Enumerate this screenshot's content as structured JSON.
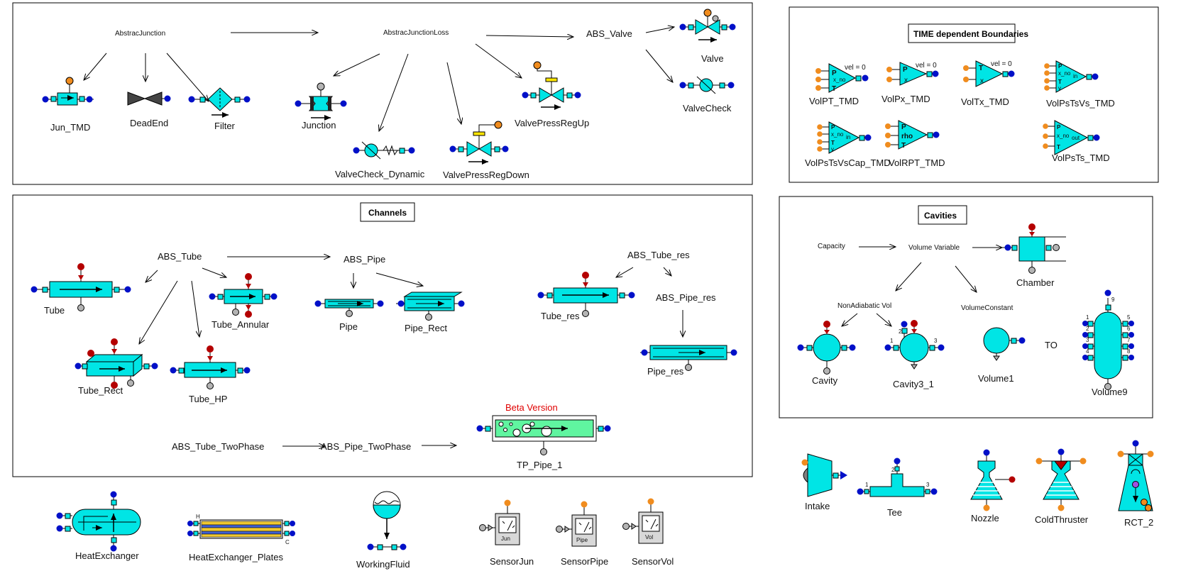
{
  "colors": {
    "cyan": "#00e5e5",
    "port_blue": "#0010c8",
    "port_orange": "#f08c1e",
    "port_red": "#b40000",
    "port_gray": "#b4b4b4",
    "two_phase_green": "#60f5a0",
    "beta_red": "#e00000"
  },
  "top_left": {
    "abstract_junction": "AbstracJunction",
    "abstract_junction_loss": "AbstracJunctionLoss",
    "abs_valve": "ABS_Valve",
    "jun_tmd": "Jun_TMD",
    "dead_end": "DeadEnd",
    "filter": "Filter",
    "junction": "Junction",
    "valve_check_dynamic": "ValveCheck_Dynamic",
    "valve_press_reg_down": "ValvePressRegDown",
    "valve_press_reg_up": "ValvePressRegUp",
    "valve": "Valve",
    "valve_check": "ValveCheck"
  },
  "time_boundaries": {
    "header": "TIME dependent Boundaries",
    "vol_pt_tmd": "VolPT_TMD",
    "vol_px_tmd": "VolPx_TMD",
    "vol_tx_tmd": "VolTx_TMD",
    "vol_pstsvs_tmd": "VolPsTsVs_TMD",
    "vol_pstsvscap_tmd": "VolPsTsVsCap_TMD",
    "vol_rpt_tmd": "VolRPT_TMD",
    "vol_psts_tmd": "VolPsTs_TMD",
    "vel_zero": "vel = 0"
  },
  "channels": {
    "header": "Channels",
    "abs_tube": "ABS_Tube",
    "abs_pipe": "ABS_Pipe",
    "abs_tube_res": "ABS_Tube_res",
    "abs_pipe_res": "ABS_Pipe_res",
    "tube": "Tube",
    "tube_annular": "Tube_Annular",
    "pipe": "Pipe",
    "pipe_rect": "Pipe_Rect",
    "tube_res": "Tube_res",
    "pipe_res": "Pipe_res",
    "tube_rect": "Tube_Rect",
    "tube_hp": "Tube_HP",
    "beta_version": "Beta Version",
    "abs_tube_twophase": "ABS_Tube_TwoPhase",
    "abs_pipe_twophase": "ABS_Pipe_TwoPhase",
    "tp_pipe_1": "TP_Pipe_1"
  },
  "cavities": {
    "header": "Cavities",
    "capacity": "Capacity",
    "volume_variable": "Volume Variable",
    "chamber": "Chamber",
    "non_adiabatic_vol": "NonAdiabatic Vol",
    "volume_constant": "VolumeConstant",
    "cavity": "Cavity",
    "cavity3_1": "Cavity3_1",
    "volume1": "Volume1",
    "to": "TO",
    "volume9": "Volume9"
  },
  "bottom": {
    "heat_exchanger": "HeatExchanger",
    "heat_exchanger_plates": "HeatExchanger_Plates",
    "working_fluid": "WorkingFluid",
    "sensor_jun": "SensorJun",
    "sensor_pipe": "SensorPipe",
    "sensor_vol": "SensorVol",
    "jun_tag": "Jun",
    "pipe_tag": "Pipe",
    "vol_tag": "Vol",
    "intake": "Intake",
    "tee": "Tee",
    "nozzle": "Nozzle",
    "cold_thruster": "ColdThruster",
    "rct_2": "RCT_2"
  }
}
